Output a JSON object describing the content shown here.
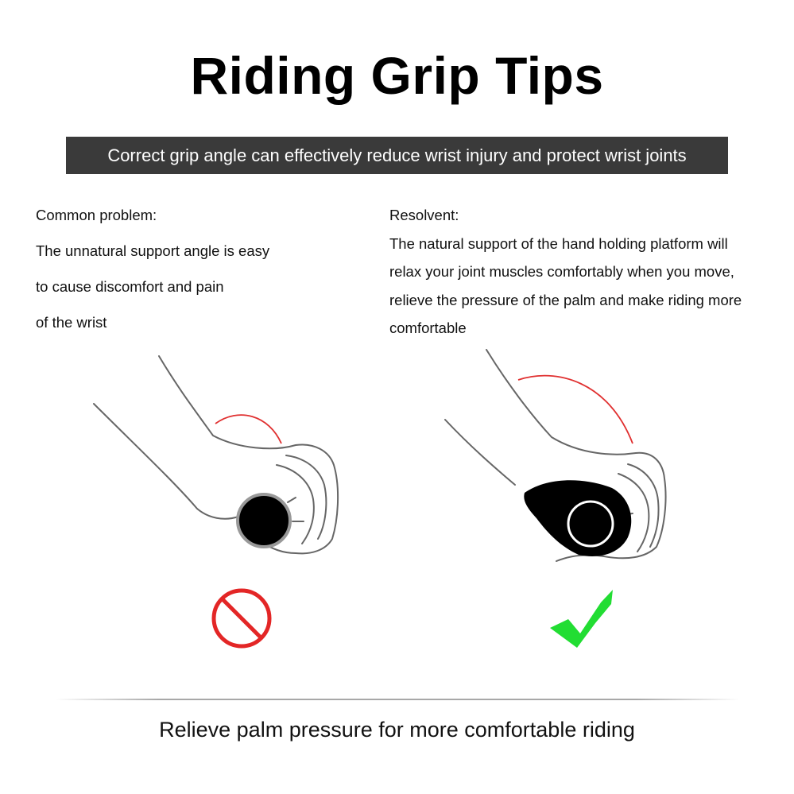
{
  "title": "Riding Grip Tips",
  "banner": "Correct grip angle can effectively reduce wrist injury and protect wrist joints",
  "left": {
    "lines": [
      "Common problem:",
      "The unnatural support angle is easy",
      "to cause discomfort and pain",
      "of the wrist"
    ]
  },
  "right": {
    "lines": [
      "Resolvent:",
      "The natural support of the hand holding platform will",
      "relax your joint muscles comfortably when you move,",
      "relieve the pressure of the palm and make riding more",
      "comfortable"
    ]
  },
  "icons": {
    "wrong": "prohibited-icon",
    "right": "check-mark-icon"
  },
  "colors": {
    "banner_bg": "#3a3a3a",
    "wrong_red": "#e32626",
    "check_green": "#22dd33",
    "angle_red": "#e03030"
  },
  "footer": "Relieve palm pressure for more comfortable riding"
}
